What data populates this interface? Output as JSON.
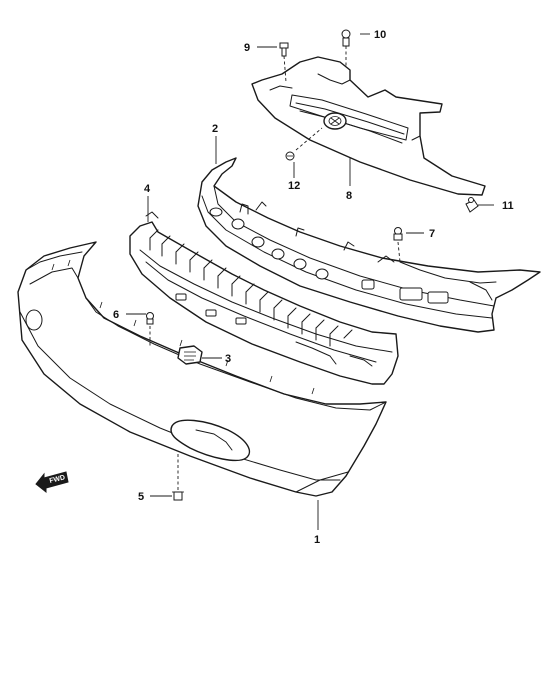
{
  "diagram": {
    "callouts": [
      {
        "id": "1",
        "label": "1"
      },
      {
        "id": "2",
        "label": "2"
      },
      {
        "id": "3",
        "label": "3"
      },
      {
        "id": "4",
        "label": "4"
      },
      {
        "id": "5",
        "label": "5"
      },
      {
        "id": "6",
        "label": "6"
      },
      {
        "id": "7",
        "label": "7"
      },
      {
        "id": "8",
        "label": "8"
      },
      {
        "id": "9",
        "label": "9"
      },
      {
        "id": "10",
        "label": "10"
      },
      {
        "id": "11",
        "label": "11"
      },
      {
        "id": "12",
        "label": "12"
      }
    ],
    "direction_marker": "FWD",
    "line_color": "#1a1a1a",
    "background_color": "#ffffff"
  }
}
